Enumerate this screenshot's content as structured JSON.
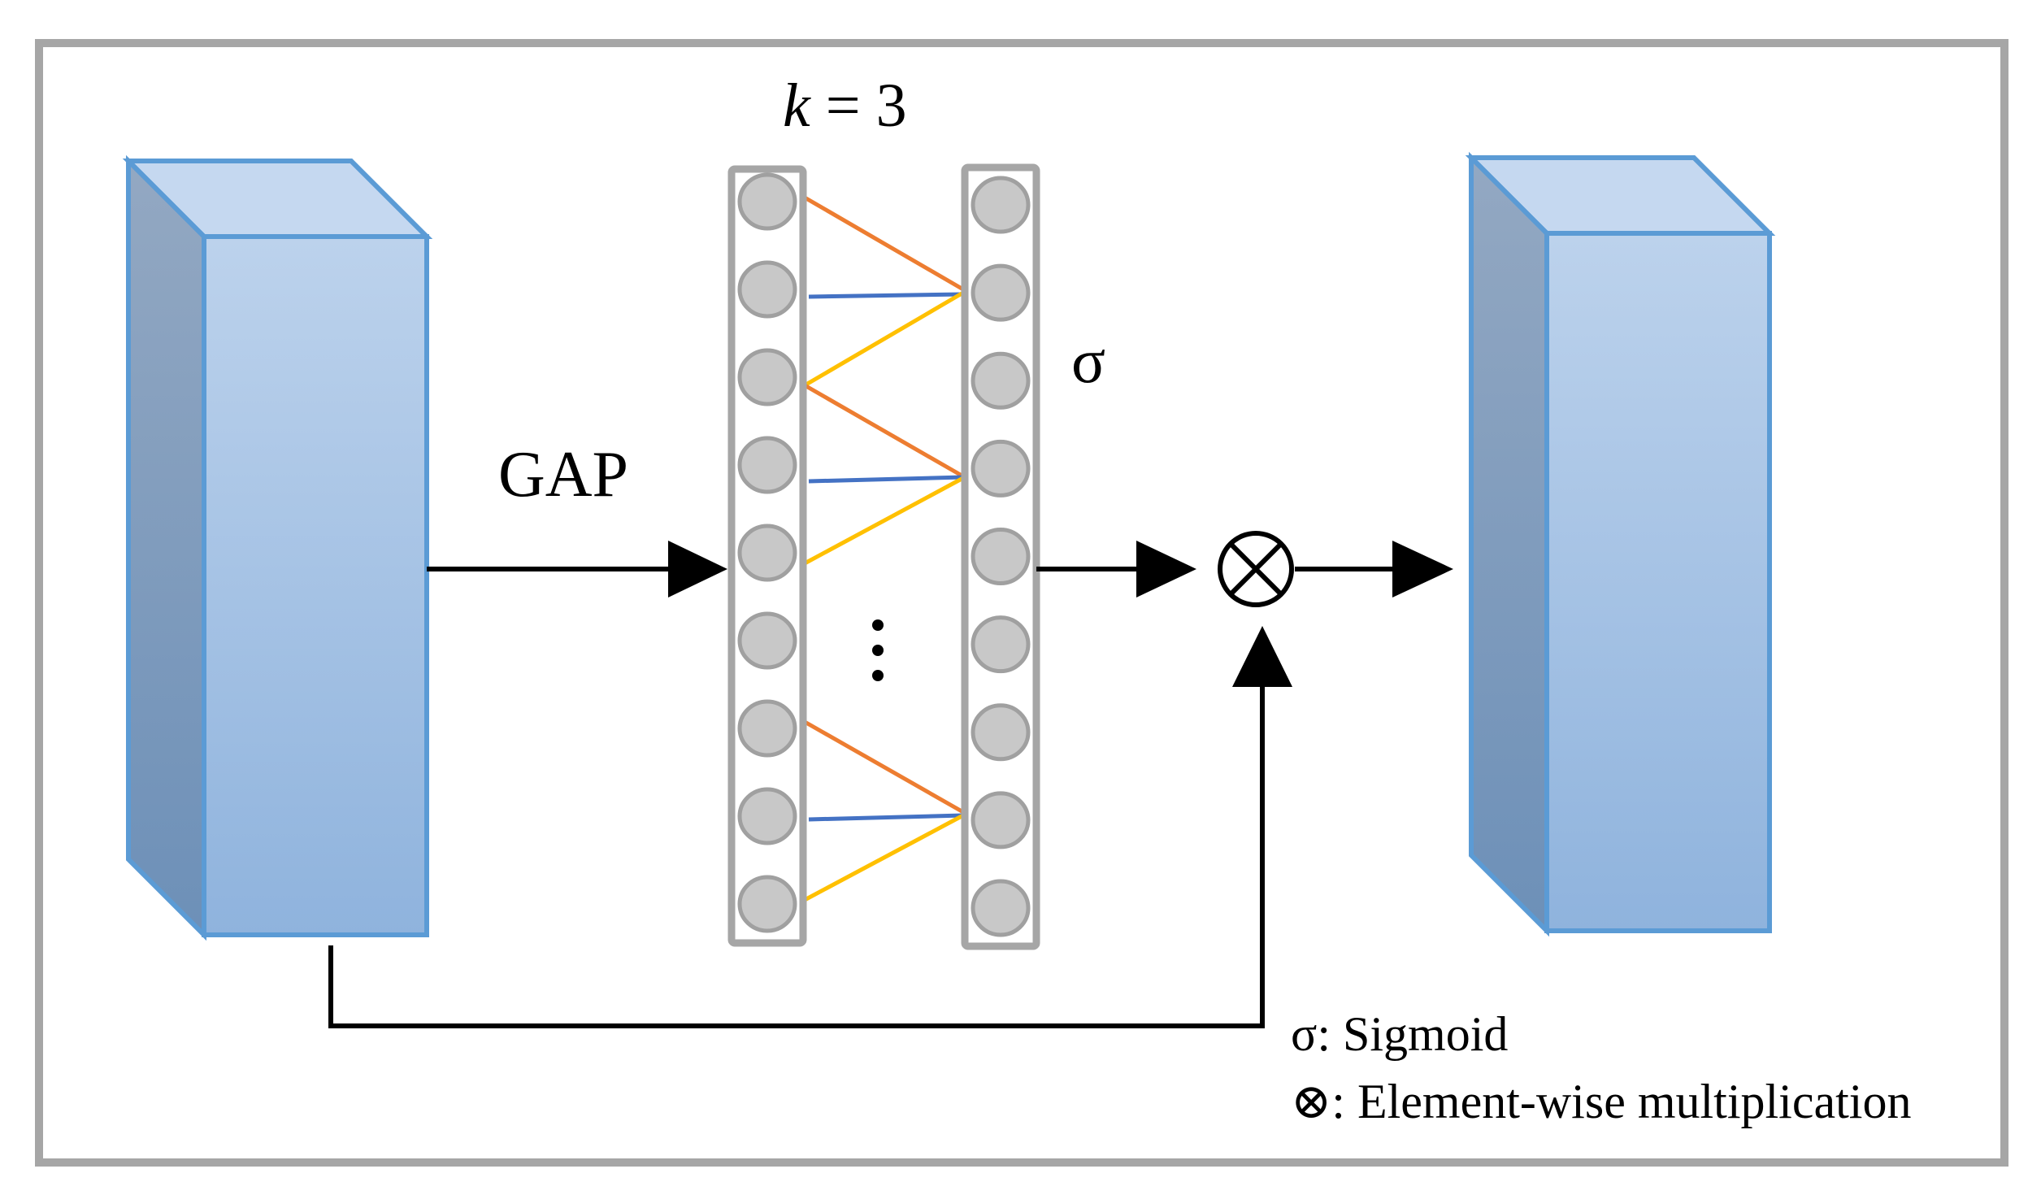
{
  "labels": {
    "kernel_var": "k",
    "kernel_eq": " = 3",
    "gap": "GAP",
    "sigma": "σ",
    "multiply_symbol": "⊗"
  },
  "legend": {
    "sigma_line": "σ: Sigmoid",
    "multiply_line": "⊗: Element-wise multiplication"
  },
  "layers": {
    "input_nodes": 9,
    "output_nodes": 9,
    "ellipsis": "⋮"
  },
  "colors": {
    "frame": "#a6a6a6",
    "block_front_top": "#bcd2ec",
    "block_front_bottom": "#8fb3dd",
    "block_side_top": "#93a8c2",
    "block_side_bottom": "#6d90b8",
    "block_top": "#c5d8f0",
    "block_edge": "#5b9bd5",
    "node_fill": "#c8c8c8",
    "node_stroke": "#a0a0a0",
    "column_stroke": "#a6a6a6",
    "conn_orange": "#ed7d31",
    "conn_blue": "#4472c4",
    "conn_yellow": "#ffc000",
    "arrow": "#000000"
  }
}
